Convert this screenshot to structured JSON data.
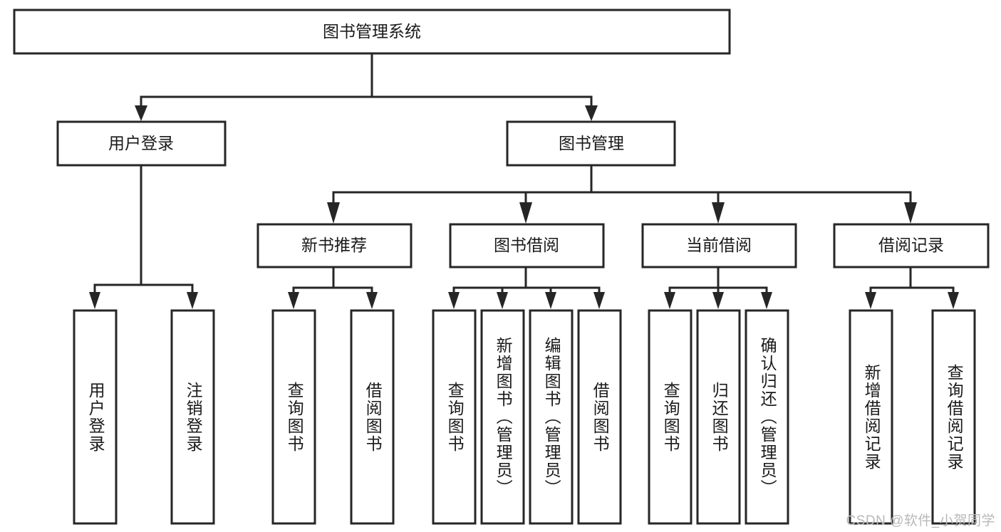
{
  "diagram": {
    "type": "hierarchy-tree",
    "title": "图书管理系统",
    "watermark": "CSDN @软件_小贺同学",
    "colors": {
      "stroke": "#262626",
      "fill": "#ffffff",
      "text": "#1a1a1a",
      "watermark": "#b8b8b8"
    },
    "levels": {
      "level1": [
        "图书管理系统"
      ],
      "level2": [
        "用户登录",
        "图书管理"
      ],
      "level3": [
        "新书推荐",
        "图书借阅",
        "当前借阅",
        "借阅记录"
      ],
      "level4": [
        "用户登录",
        "注销登录",
        "查询图书",
        "借阅图书",
        "查询图书",
        "新增图书（管理员）",
        "编辑图书（管理员）",
        "借阅图书",
        "查询图书",
        "归还图书",
        "确认归还（管理员）",
        "新增借阅记录",
        "查询借阅记录"
      ]
    },
    "nodes": {
      "root": {
        "label": "图书管理系统"
      },
      "user_login": {
        "label": "用户登录"
      },
      "book_mgmt": {
        "label": "图书管理"
      },
      "new_book_rec": {
        "label": "新书推荐"
      },
      "book_borrow": {
        "label": "图书借阅"
      },
      "current_borrow": {
        "label": "当前借阅"
      },
      "borrow_record": {
        "label": "借阅记录"
      },
      "leaf_user_login": {
        "label": "用户登录"
      },
      "leaf_logout": {
        "label": "注销登录"
      },
      "leaf_query_book_1": {
        "label": "查询图书"
      },
      "leaf_borrow_book_1": {
        "label": "借阅图书"
      },
      "leaf_query_book_2": {
        "label": "查询图书"
      },
      "leaf_add_book_admin": {
        "label": "新增图书（管理员）"
      },
      "leaf_edit_book_admin": {
        "label": "编辑图书（管理员）"
      },
      "leaf_borrow_book_2": {
        "label": "借阅图书"
      },
      "leaf_query_book_3": {
        "label": "查询图书"
      },
      "leaf_return_book": {
        "label": "归还图书"
      },
      "leaf_confirm_return_admin": {
        "label": "确认归还（管理员）"
      },
      "leaf_add_borrow_record": {
        "label": "新增借阅记录"
      },
      "leaf_query_borrow_record": {
        "label": "查询借阅记录"
      }
    },
    "edges": [
      {
        "from": "root",
        "to": "user_login"
      },
      {
        "from": "root",
        "to": "book_mgmt"
      },
      {
        "from": "user_login",
        "to": "leaf_user_login"
      },
      {
        "from": "user_login",
        "to": "leaf_logout"
      },
      {
        "from": "book_mgmt",
        "to": "new_book_rec"
      },
      {
        "from": "book_mgmt",
        "to": "book_borrow"
      },
      {
        "from": "book_mgmt",
        "to": "current_borrow"
      },
      {
        "from": "book_mgmt",
        "to": "borrow_record"
      },
      {
        "from": "new_book_rec",
        "to": "leaf_query_book_1"
      },
      {
        "from": "new_book_rec",
        "to": "leaf_borrow_book_1"
      },
      {
        "from": "book_borrow",
        "to": "leaf_query_book_2"
      },
      {
        "from": "book_borrow",
        "to": "leaf_add_book_admin"
      },
      {
        "from": "book_borrow",
        "to": "leaf_edit_book_admin"
      },
      {
        "from": "book_borrow",
        "to": "leaf_borrow_book_2"
      },
      {
        "from": "current_borrow",
        "to": "leaf_query_book_3"
      },
      {
        "from": "current_borrow",
        "to": "leaf_return_book"
      },
      {
        "from": "current_borrow",
        "to": "leaf_confirm_return_admin"
      },
      {
        "from": "borrow_record",
        "to": "leaf_add_borrow_record"
      },
      {
        "from": "borrow_record",
        "to": "leaf_query_borrow_record"
      }
    ]
  }
}
